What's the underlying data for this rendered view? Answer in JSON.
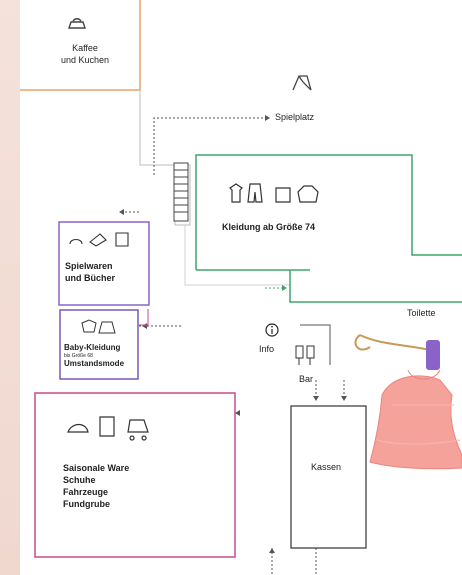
{
  "areas": {
    "cafe": {
      "line1": "Kaffee",
      "line2": "und Kuchen"
    },
    "playground": {
      "label": "Spielplatz"
    },
    "clothing": {
      "label": "Kleidung ab Größe 74"
    },
    "toys": {
      "line1": "Spielwaren",
      "line2": "und Bücher"
    },
    "baby": {
      "line1": "Baby-Kleidung",
      "line2": "bis Größe 68",
      "line3": "Umstandsmode"
    },
    "info": {
      "label": "Info"
    },
    "bar": {
      "label": "Bar"
    },
    "toilets": {
      "label": "Toilette"
    },
    "checkout": {
      "label": "Kassen"
    },
    "seasonal": {
      "line1": "Saisonale Ware",
      "line2": "Schuhe",
      "line3": "Fahrzeuge",
      "line4": "Fundgrube"
    }
  },
  "colors": {
    "cafe_border": "#e8a26a",
    "clothing_border": "#3fa56b",
    "toys_border": "#8a63c8",
    "baby_border": "#7a56b8",
    "seasonal_border": "#c94a8f",
    "wall": "#bdbdbd",
    "route_arrow": "#555555",
    "dress": "#f5a29a",
    "string": "#c89a58"
  },
  "icons": [
    "cake-icon",
    "slide-icon",
    "clothing-icon",
    "toys-icon",
    "baby-clothes-icon",
    "info-icon",
    "bar-icon",
    "seasonal-goods-icon",
    "dress-illustration"
  ]
}
